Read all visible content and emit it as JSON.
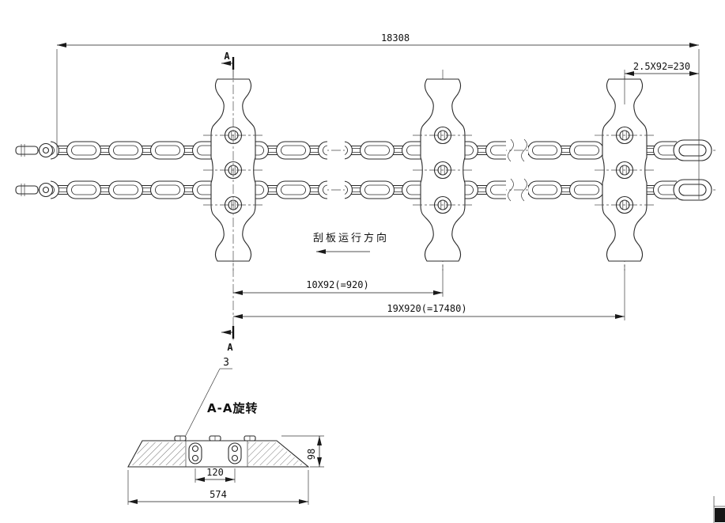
{
  "drawing": {
    "dims": {
      "overall": "18308",
      "right_pitch": "2.5X92=230",
      "mid_pitch": "10X92(=920)",
      "total_pitch": "19X920(=17480)",
      "section_inner": "120",
      "section_width": "574",
      "section_height": "98"
    },
    "labels": {
      "direction": "刮板运行方向",
      "section_marker_top": "A",
      "section_marker_bottom": "A",
      "section_title": "A-A旋转",
      "part_number": "3"
    }
  }
}
